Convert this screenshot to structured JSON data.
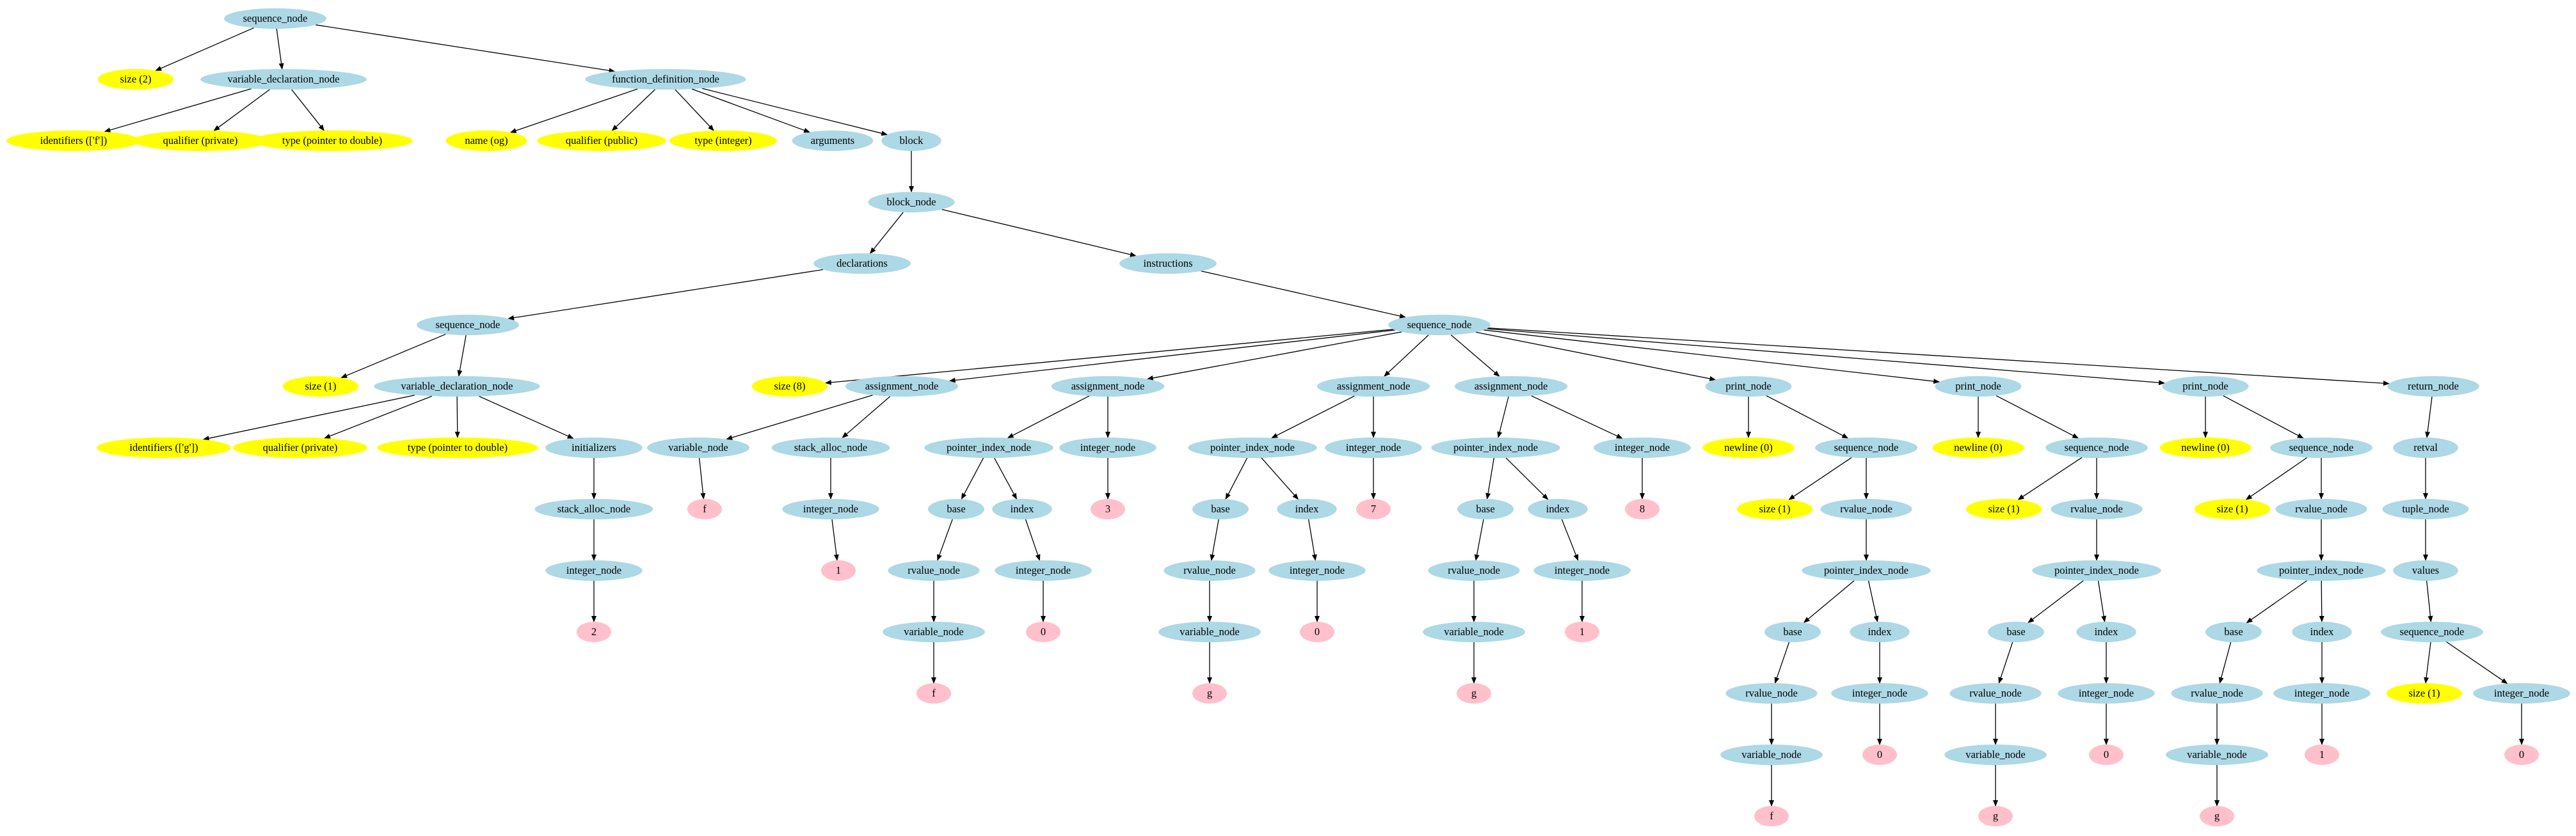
{
  "palette": {
    "ast": "#add8e6",
    "attr": "#ffff00",
    "leaf": "#ffc0cb",
    "edge": "#000000"
  },
  "nodes": [
    {
      "id": "n1",
      "label": "sequence_node",
      "kind": "ast"
    },
    {
      "id": "n2",
      "label": "size (2)",
      "kind": "attr"
    },
    {
      "id": "n3",
      "label": "variable_declaration_node",
      "kind": "ast"
    },
    {
      "id": "n4",
      "label": "function_definition_node",
      "kind": "ast"
    },
    {
      "id": "n5",
      "label": "identifiers (['f'])",
      "kind": "attr"
    },
    {
      "id": "n6",
      "label": "qualifier (private)",
      "kind": "attr"
    },
    {
      "id": "n7",
      "label": "type (pointer to double)",
      "kind": "attr"
    },
    {
      "id": "n8",
      "label": "name (og)",
      "kind": "attr"
    },
    {
      "id": "n9",
      "label": "qualifier (public)",
      "kind": "attr"
    },
    {
      "id": "n10",
      "label": "type (integer)",
      "kind": "attr"
    },
    {
      "id": "n11",
      "label": "arguments",
      "kind": "ast"
    },
    {
      "id": "n12",
      "label": "block",
      "kind": "ast"
    },
    {
      "id": "n13",
      "label": "block_node",
      "kind": "ast"
    },
    {
      "id": "n14",
      "label": "declarations",
      "kind": "ast"
    },
    {
      "id": "n15",
      "label": "instructions",
      "kind": "ast"
    },
    {
      "id": "n16",
      "label": "sequence_node",
      "kind": "ast"
    },
    {
      "id": "n17",
      "label": "size (1)",
      "kind": "attr"
    },
    {
      "id": "n18",
      "label": "variable_declaration_node",
      "kind": "ast"
    },
    {
      "id": "n19",
      "label": "identifiers (['g'])",
      "kind": "attr"
    },
    {
      "id": "n20",
      "label": "qualifier (private)",
      "kind": "attr"
    },
    {
      "id": "n21",
      "label": "type (pointer to double)",
      "kind": "attr"
    },
    {
      "id": "n22",
      "label": "initializers",
      "kind": "ast"
    },
    {
      "id": "n23",
      "label": "stack_alloc_node",
      "kind": "ast"
    },
    {
      "id": "n24",
      "label": "integer_node",
      "kind": "ast"
    },
    {
      "id": "n25",
      "label": "2",
      "kind": "leaf"
    },
    {
      "id": "n26",
      "label": "sequence_node",
      "kind": "ast"
    },
    {
      "id": "n27",
      "label": "size (8)",
      "kind": "attr"
    },
    {
      "id": "n28",
      "label": "assignment_node",
      "kind": "ast"
    },
    {
      "id": "n29",
      "label": "variable_node",
      "kind": "ast"
    },
    {
      "id": "n30",
      "label": "f",
      "kind": "leaf"
    },
    {
      "id": "n31",
      "label": "stack_alloc_node",
      "kind": "ast"
    },
    {
      "id": "n32",
      "label": "integer_node",
      "kind": "ast"
    },
    {
      "id": "n33",
      "label": "1",
      "kind": "leaf"
    },
    {
      "id": "n34",
      "label": "assignment_node",
      "kind": "ast"
    },
    {
      "id": "n35",
      "label": "pointer_index_node",
      "kind": "ast"
    },
    {
      "id": "n36",
      "label": "base",
      "kind": "ast"
    },
    {
      "id": "n37",
      "label": "rvalue_node",
      "kind": "ast"
    },
    {
      "id": "n38",
      "label": "variable_node",
      "kind": "ast"
    },
    {
      "id": "n39",
      "label": "f",
      "kind": "leaf"
    },
    {
      "id": "n40",
      "label": "index",
      "kind": "ast"
    },
    {
      "id": "n41",
      "label": "integer_node",
      "kind": "ast"
    },
    {
      "id": "n42",
      "label": "0",
      "kind": "leaf"
    },
    {
      "id": "n43",
      "label": "integer_node",
      "kind": "ast"
    },
    {
      "id": "n44",
      "label": "3",
      "kind": "leaf"
    },
    {
      "id": "n45",
      "label": "assignment_node",
      "kind": "ast"
    },
    {
      "id": "n46",
      "label": "pointer_index_node",
      "kind": "ast"
    },
    {
      "id": "n47",
      "label": "base",
      "kind": "ast"
    },
    {
      "id": "n48",
      "label": "rvalue_node",
      "kind": "ast"
    },
    {
      "id": "n49",
      "label": "variable_node",
      "kind": "ast"
    },
    {
      "id": "n50",
      "label": "g",
      "kind": "leaf"
    },
    {
      "id": "n51",
      "label": "index",
      "kind": "ast"
    },
    {
      "id": "n52",
      "label": "integer_node",
      "kind": "ast"
    },
    {
      "id": "n53",
      "label": "0",
      "kind": "leaf"
    },
    {
      "id": "n54",
      "label": "integer_node",
      "kind": "ast"
    },
    {
      "id": "n55",
      "label": "7",
      "kind": "leaf"
    },
    {
      "id": "n56",
      "label": "assignment_node",
      "kind": "ast"
    },
    {
      "id": "n57",
      "label": "pointer_index_node",
      "kind": "ast"
    },
    {
      "id": "n58",
      "label": "base",
      "kind": "ast"
    },
    {
      "id": "n59",
      "label": "rvalue_node",
      "kind": "ast"
    },
    {
      "id": "n60",
      "label": "variable_node",
      "kind": "ast"
    },
    {
      "id": "n61",
      "label": "g",
      "kind": "leaf"
    },
    {
      "id": "n62",
      "label": "index",
      "kind": "ast"
    },
    {
      "id": "n63",
      "label": "integer_node",
      "kind": "ast"
    },
    {
      "id": "n64",
      "label": "1",
      "kind": "leaf"
    },
    {
      "id": "n65",
      "label": "integer_node",
      "kind": "ast"
    },
    {
      "id": "n66",
      "label": "8",
      "kind": "leaf"
    },
    {
      "id": "n67",
      "label": "print_node",
      "kind": "ast"
    },
    {
      "id": "n68",
      "label": "newline (0)",
      "kind": "attr"
    },
    {
      "id": "n69",
      "label": "sequence_node",
      "kind": "ast"
    },
    {
      "id": "n70",
      "label": "size (1)",
      "kind": "attr"
    },
    {
      "id": "n71",
      "label": "rvalue_node",
      "kind": "ast"
    },
    {
      "id": "n72",
      "label": "pointer_index_node",
      "kind": "ast"
    },
    {
      "id": "n73",
      "label": "base",
      "kind": "ast"
    },
    {
      "id": "n74",
      "label": "rvalue_node",
      "kind": "ast"
    },
    {
      "id": "n75",
      "label": "variable_node",
      "kind": "ast"
    },
    {
      "id": "n76",
      "label": "f",
      "kind": "leaf"
    },
    {
      "id": "n77",
      "label": "index",
      "kind": "ast"
    },
    {
      "id": "n78",
      "label": "integer_node",
      "kind": "ast"
    },
    {
      "id": "n79",
      "label": "0",
      "kind": "leaf"
    },
    {
      "id": "n80",
      "label": "print_node",
      "kind": "ast"
    },
    {
      "id": "n81",
      "label": "newline (0)",
      "kind": "attr"
    },
    {
      "id": "n82",
      "label": "sequence_node",
      "kind": "ast"
    },
    {
      "id": "n83",
      "label": "size (1)",
      "kind": "attr"
    },
    {
      "id": "n84",
      "label": "rvalue_node",
      "kind": "ast"
    },
    {
      "id": "n85",
      "label": "pointer_index_node",
      "kind": "ast"
    },
    {
      "id": "n86",
      "label": "base",
      "kind": "ast"
    },
    {
      "id": "n87",
      "label": "rvalue_node",
      "kind": "ast"
    },
    {
      "id": "n88",
      "label": "variable_node",
      "kind": "ast"
    },
    {
      "id": "n89",
      "label": "g",
      "kind": "leaf"
    },
    {
      "id": "n90",
      "label": "index",
      "kind": "ast"
    },
    {
      "id": "n91",
      "label": "integer_node",
      "kind": "ast"
    },
    {
      "id": "n92",
      "label": "0",
      "kind": "leaf"
    },
    {
      "id": "n93",
      "label": "print_node",
      "kind": "ast"
    },
    {
      "id": "n94",
      "label": "newline (0)",
      "kind": "attr"
    },
    {
      "id": "n95",
      "label": "sequence_node",
      "kind": "ast"
    },
    {
      "id": "n96",
      "label": "size (1)",
      "kind": "attr"
    },
    {
      "id": "n97",
      "label": "rvalue_node",
      "kind": "ast"
    },
    {
      "id": "n98",
      "label": "pointer_index_node",
      "kind": "ast"
    },
    {
      "id": "n99",
      "label": "base",
      "kind": "ast"
    },
    {
      "id": "n100",
      "label": "rvalue_node",
      "kind": "ast"
    },
    {
      "id": "n101",
      "label": "variable_node",
      "kind": "ast"
    },
    {
      "id": "n102",
      "label": "g",
      "kind": "leaf"
    },
    {
      "id": "n103",
      "label": "index",
      "kind": "ast"
    },
    {
      "id": "n104",
      "label": "integer_node",
      "kind": "ast"
    },
    {
      "id": "n105",
      "label": "1",
      "kind": "leaf"
    },
    {
      "id": "n106",
      "label": "return_node",
      "kind": "ast"
    },
    {
      "id": "n107",
      "label": "retval",
      "kind": "ast"
    },
    {
      "id": "n108",
      "label": "tuple_node",
      "kind": "ast"
    },
    {
      "id": "n109",
      "label": "values",
      "kind": "ast"
    },
    {
      "id": "n110",
      "label": "sequence_node",
      "kind": "ast"
    },
    {
      "id": "n111",
      "label": "size (1)",
      "kind": "attr"
    },
    {
      "id": "n112",
      "label": "integer_node",
      "kind": "ast"
    },
    {
      "id": "n113",
      "label": "0",
      "kind": "leaf"
    }
  ],
  "edges": [
    [
      "n1",
      "n2"
    ],
    [
      "n1",
      "n3"
    ],
    [
      "n1",
      "n4"
    ],
    [
      "n3",
      "n5"
    ],
    [
      "n3",
      "n6"
    ],
    [
      "n3",
      "n7"
    ],
    [
      "n4",
      "n8"
    ],
    [
      "n4",
      "n9"
    ],
    [
      "n4",
      "n10"
    ],
    [
      "n4",
      "n11"
    ],
    [
      "n4",
      "n12"
    ],
    [
      "n12",
      "n13"
    ],
    [
      "n13",
      "n14"
    ],
    [
      "n13",
      "n15"
    ],
    [
      "n14",
      "n16"
    ],
    [
      "n16",
      "n17"
    ],
    [
      "n16",
      "n18"
    ],
    [
      "n18",
      "n19"
    ],
    [
      "n18",
      "n20"
    ],
    [
      "n18",
      "n21"
    ],
    [
      "n18",
      "n22"
    ],
    [
      "n22",
      "n23"
    ],
    [
      "n23",
      "n24"
    ],
    [
      "n24",
      "n25"
    ],
    [
      "n15",
      "n26"
    ],
    [
      "n26",
      "n27"
    ],
    [
      "n26",
      "n28"
    ],
    [
      "n26",
      "n34"
    ],
    [
      "n26",
      "n45"
    ],
    [
      "n26",
      "n56"
    ],
    [
      "n26",
      "n67"
    ],
    [
      "n26",
      "n80"
    ],
    [
      "n26",
      "n93"
    ],
    [
      "n26",
      "n106"
    ],
    [
      "n28",
      "n29"
    ],
    [
      "n29",
      "n30"
    ],
    [
      "n28",
      "n31"
    ],
    [
      "n31",
      "n32"
    ],
    [
      "n32",
      "n33"
    ],
    [
      "n34",
      "n35"
    ],
    [
      "n34",
      "n43"
    ],
    [
      "n35",
      "n36"
    ],
    [
      "n35",
      "n40"
    ],
    [
      "n36",
      "n37"
    ],
    [
      "n37",
      "n38"
    ],
    [
      "n38",
      "n39"
    ],
    [
      "n40",
      "n41"
    ],
    [
      "n41",
      "n42"
    ],
    [
      "n43",
      "n44"
    ],
    [
      "n45",
      "n46"
    ],
    [
      "n45",
      "n54"
    ],
    [
      "n46",
      "n47"
    ],
    [
      "n46",
      "n51"
    ],
    [
      "n47",
      "n48"
    ],
    [
      "n48",
      "n49"
    ],
    [
      "n49",
      "n50"
    ],
    [
      "n51",
      "n52"
    ],
    [
      "n52",
      "n53"
    ],
    [
      "n54",
      "n55"
    ],
    [
      "n56",
      "n57"
    ],
    [
      "n56",
      "n65"
    ],
    [
      "n57",
      "n58"
    ],
    [
      "n57",
      "n62"
    ],
    [
      "n58",
      "n59"
    ],
    [
      "n59",
      "n60"
    ],
    [
      "n60",
      "n61"
    ],
    [
      "n62",
      "n63"
    ],
    [
      "n63",
      "n64"
    ],
    [
      "n65",
      "n66"
    ],
    [
      "n67",
      "n68"
    ],
    [
      "n67",
      "n69"
    ],
    [
      "n69",
      "n70"
    ],
    [
      "n69",
      "n71"
    ],
    [
      "n71",
      "n72"
    ],
    [
      "n72",
      "n73"
    ],
    [
      "n72",
      "n77"
    ],
    [
      "n73",
      "n74"
    ],
    [
      "n74",
      "n75"
    ],
    [
      "n75",
      "n76"
    ],
    [
      "n77",
      "n78"
    ],
    [
      "n78",
      "n79"
    ],
    [
      "n80",
      "n81"
    ],
    [
      "n80",
      "n82"
    ],
    [
      "n82",
      "n83"
    ],
    [
      "n82",
      "n84"
    ],
    [
      "n84",
      "n85"
    ],
    [
      "n85",
      "n86"
    ],
    [
      "n85",
      "n90"
    ],
    [
      "n86",
      "n87"
    ],
    [
      "n87",
      "n88"
    ],
    [
      "n88",
      "n89"
    ],
    [
      "n90",
      "n91"
    ],
    [
      "n91",
      "n92"
    ],
    [
      "n93",
      "n94"
    ],
    [
      "n93",
      "n95"
    ],
    [
      "n95",
      "n96"
    ],
    [
      "n95",
      "n97"
    ],
    [
      "n97",
      "n98"
    ],
    [
      "n98",
      "n99"
    ],
    [
      "n98",
      "n103"
    ],
    [
      "n99",
      "n100"
    ],
    [
      "n100",
      "n101"
    ],
    [
      "n101",
      "n102"
    ],
    [
      "n103",
      "n104"
    ],
    [
      "n104",
      "n105"
    ],
    [
      "n106",
      "n107"
    ],
    [
      "n107",
      "n108"
    ],
    [
      "n108",
      "n109"
    ],
    [
      "n109",
      "n110"
    ],
    [
      "n110",
      "n111"
    ],
    [
      "n110",
      "n112"
    ],
    [
      "n112",
      "n113"
    ]
  ]
}
